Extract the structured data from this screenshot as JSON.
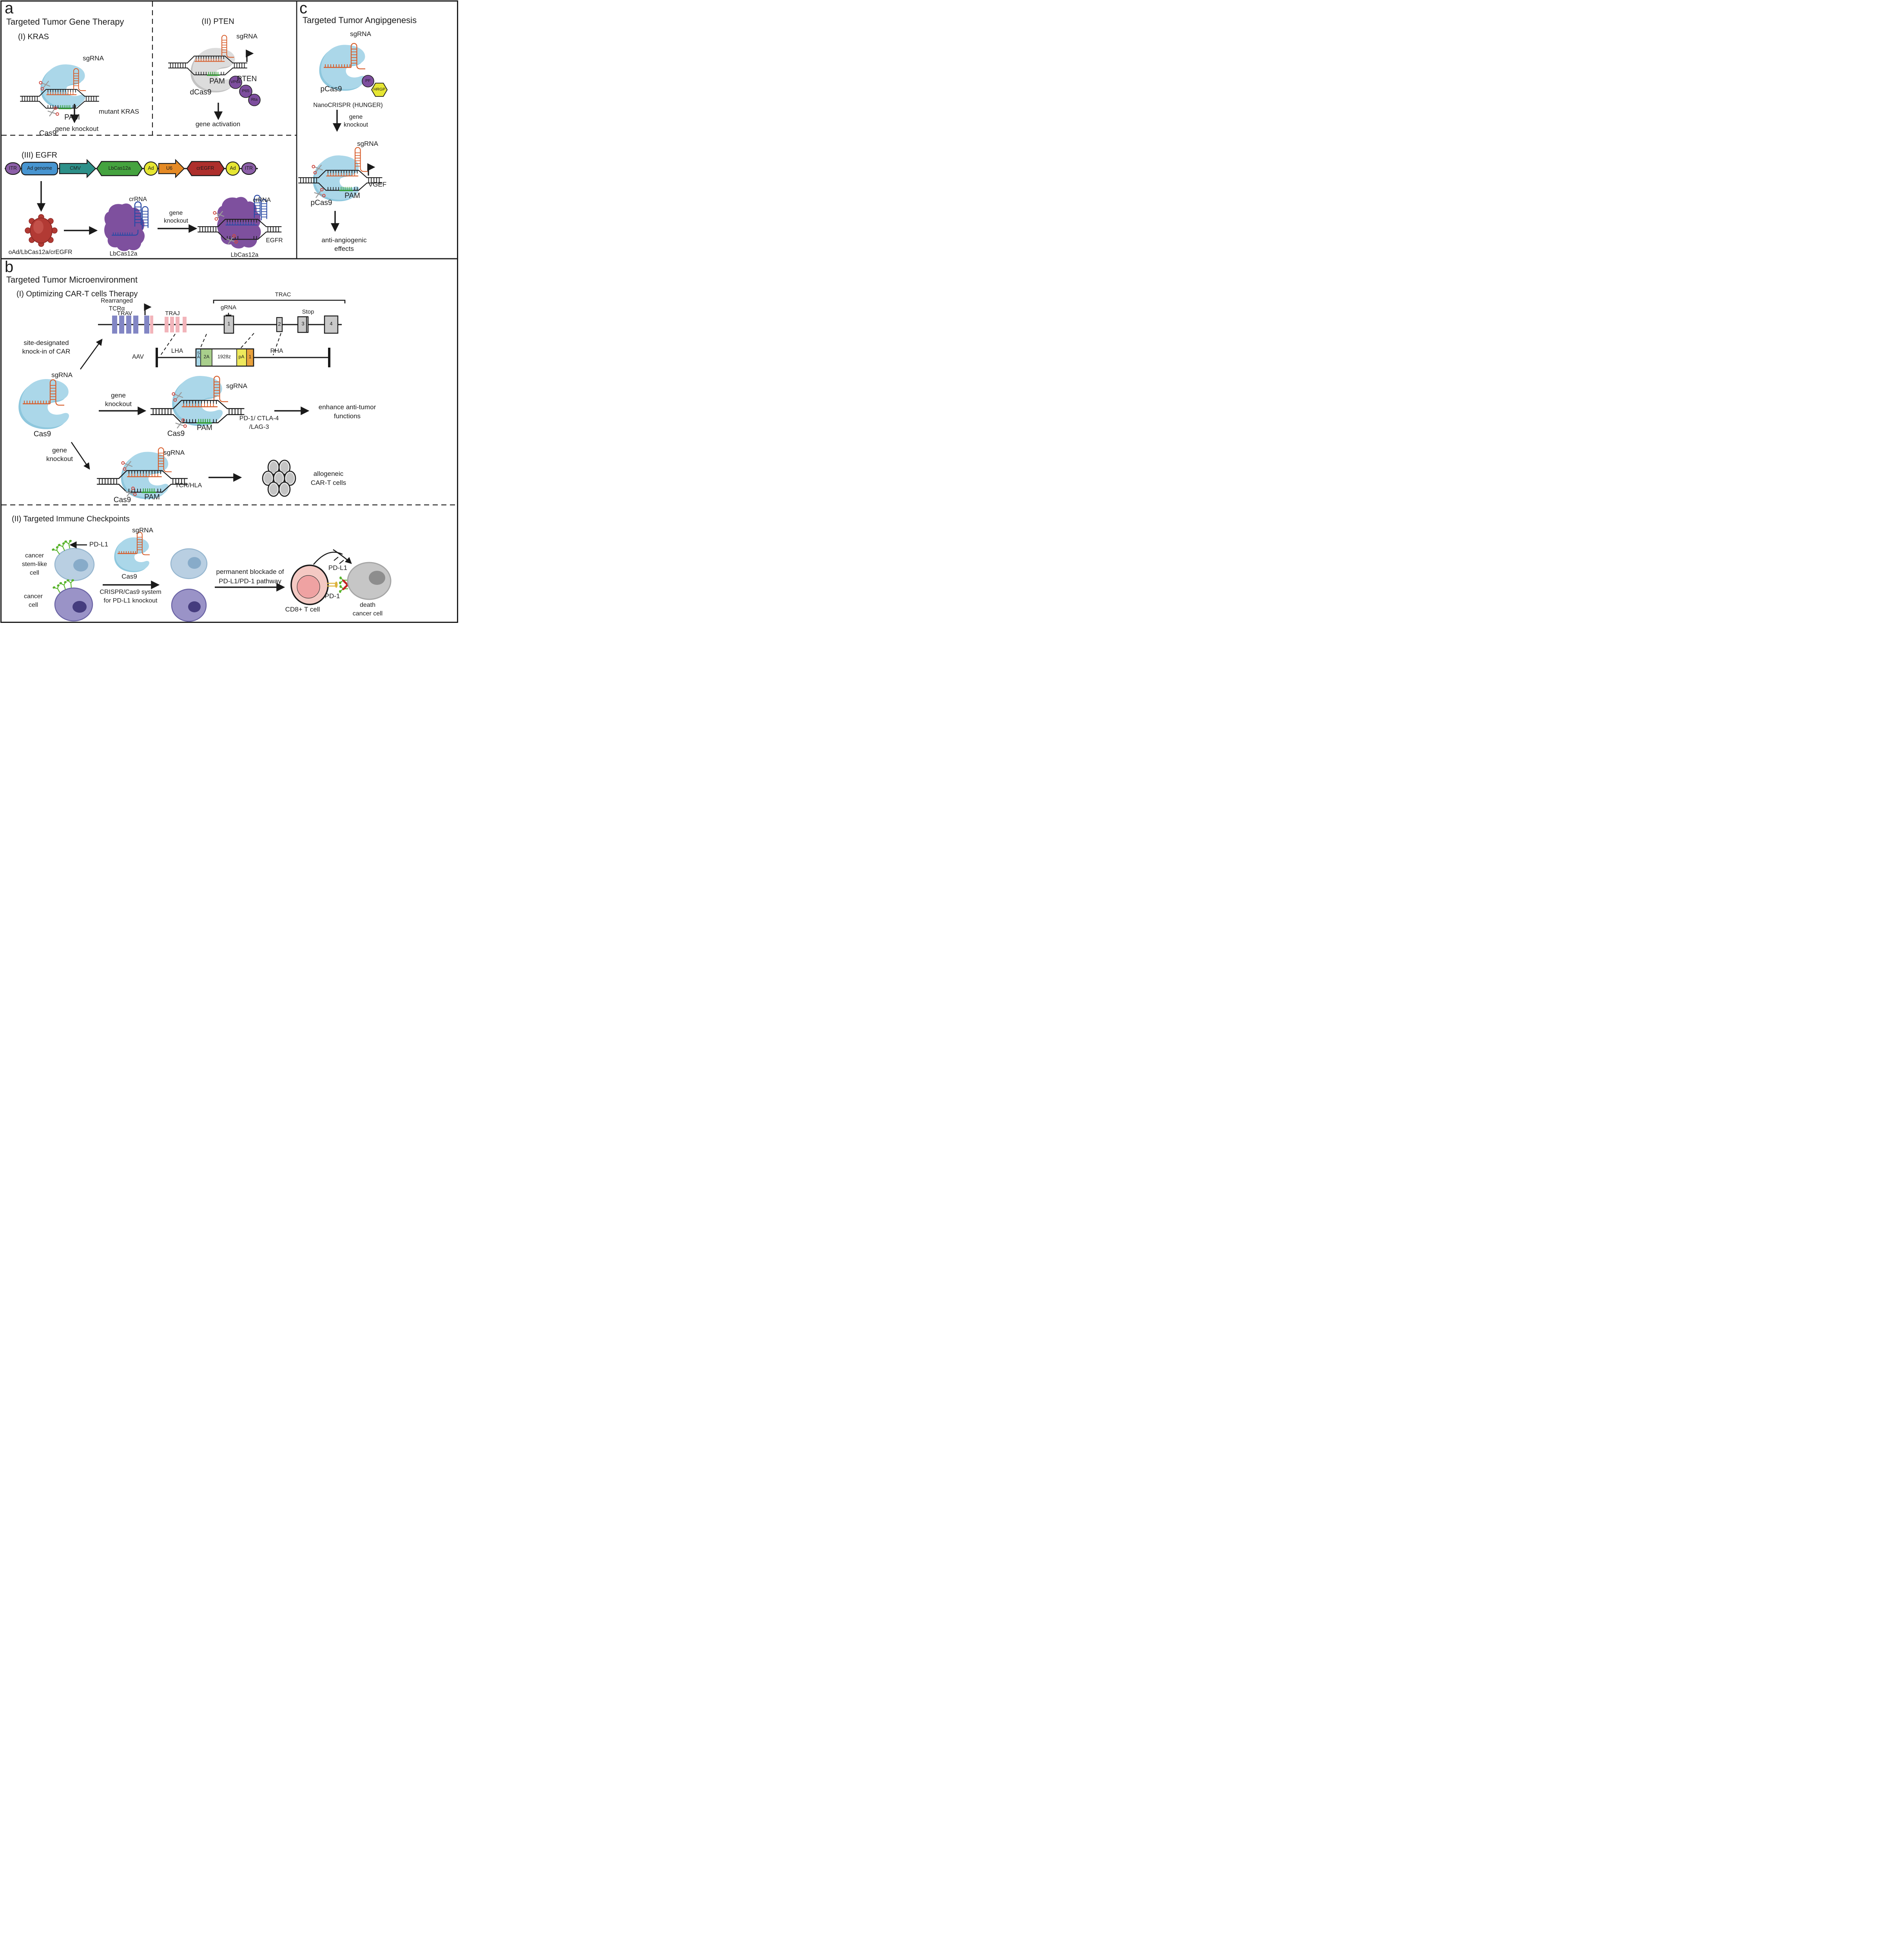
{
  "colors": {
    "cas9_body": "#ABD7E9",
    "cas9_shadow": "#8EC7DD",
    "dcas9_body": "#DCDCDC",
    "dcas9_shadow": "#C3C3C3",
    "sgrna_orange": "#D75B28",
    "pam_green": "#2E9B2E",
    "crrna_blue": "#2A4AA5",
    "activator_purple": "#7D4E9E",
    "hrgp_yellow": "#E6E633",
    "lbcas12a_purple": "#7E509E",
    "virus_red": "#B23A34",
    "itr_purple": "#8C5FA8",
    "ad_genome_blue": "#4795D1",
    "cmv_teal": "#2D9089",
    "lbcas12a_green": "#45A33F",
    "ad_yellow": "#E6E633",
    "u6_orange": "#E58A25",
    "cregfr_red": "#AE2F2C",
    "trav_purple": "#8286C4",
    "traj_pink": "#F2B4BA",
    "exon_gray": "#C9C9C9",
    "sa_blue": "#A8D8EA",
    "p2a_green": "#A9CF8C",
    "pa_yellow": "#EFE95C",
    "one_orange": "#E9A13B",
    "stem_cell_blue": "#B9CFE2",
    "cancer_cell_purple": "#9A93C7",
    "tcell_pink": "#F4C9C3",
    "death_gray": "#C6C6C6",
    "receptor_green": "#57B32A",
    "pd1_yellow": "#DDB23C",
    "block_red": "#C32222"
  },
  "panel_a": {
    "tag": "a",
    "title": "Targeted Tumor Gene Therapy",
    "kras": {
      "heading": "(I) KRAS",
      "sgrna": "sgRNA",
      "mutant": "mutant KRAS",
      "pam": "PAM",
      "cas9": "Cas9",
      "outcome": "gene knockout"
    },
    "pten": {
      "heading": "(II) PTEN",
      "sgrna": "sgRNA",
      "pam": "PAM",
      "gene": "PTEN",
      "dcas9": "dCas9",
      "vp64": "VP64",
      "p65": "P65",
      "rta": "Rta",
      "outcome": "gene activation"
    },
    "egfr": {
      "heading": "(III) EGFR",
      "construct": [
        {
          "label": "ITR"
        },
        {
          "label": "Ad genome"
        },
        {
          "label": "CMV"
        },
        {
          "label": "LbCas12a"
        },
        {
          "label": "Ad"
        },
        {
          "label": "U6"
        },
        {
          "label": "crEGFR"
        },
        {
          "label": "Ad"
        },
        {
          "label": "ITR"
        }
      ],
      "virus_label": "oAd/LbCas12a/crEGFR",
      "crrna_a": "crRNA",
      "lbcas12a_a": "LbCas12a",
      "knockout_line1": "gene",
      "knockout_line2": "knockout",
      "crrna_b": "crRNA",
      "gene_label": "EGFR",
      "lbcas12a_b": "LbCas12a"
    }
  },
  "panel_c": {
    "tag": "c",
    "title": "Targeted Tumor Angipgenesis",
    "sgrna_top": "sgRNA",
    "pf": "PF",
    "hrgp": "HRGP",
    "pcas9_top": "pCas9",
    "nano": "NanoCRISPR (HUNGER)",
    "knockout_line1": "gene",
    "knockout_line2": "knockout",
    "sgrna_bottom": "sgRNA",
    "vgef": "VGEF",
    "pam": "PAM",
    "pcas9_bottom": "pCas9",
    "outcome_line1": "anti-angiogenic",
    "outcome_line2": "effects"
  },
  "panel_b": {
    "tag": "b",
    "title": "Targeted Tumor Microenvironment",
    "cart": {
      "heading": "(I) Optimizing CAR-T cells Therapy",
      "rearranged_line1": "Rearranged",
      "rearranged_line2": "TCRα",
      "trav": "TRAV",
      "traj": "TRAJ",
      "trac": "TRAC",
      "grna": "gRNA",
      "stop": "Stop",
      "exon1": "1",
      "exon2": "2",
      "exon3": "3",
      "exon4": "4",
      "aav": "AAV",
      "lha": "LHA",
      "rha": "RHA",
      "insert_sa": "SA",
      "insert_2a": "2A",
      "insert_1928z": "1928z",
      "insert_pa": "pA",
      "insert_1": "1",
      "knockin_line1": "site-designated",
      "knockin_line2": "knock-in of CAR",
      "sgrna_left": "sgRNA",
      "cas9_left": "Cas9",
      "ko_mid_line1": "gene",
      "ko_mid_line2": "knockout",
      "sgrna_mid": "sgRNA",
      "pam_mid": "PAM",
      "cas9_mid": "Cas9",
      "targets_line1": "PD-1/ CTLA-4",
      "targets_line2": "/LAG-3",
      "outcome_mid_line1": "enhance anti-tumor",
      "outcome_mid_line2": "functions",
      "ko_low_line1": "gene",
      "ko_low_line2": "knockout",
      "sgrna_low": "sgRNA",
      "pam_low": "PAM",
      "cas9_low": "Cas9",
      "target_low": "TCR/HLA",
      "outcome_low_line1": "allogeneic",
      "outcome_low_line2": "CAR-T cells"
    },
    "checkpoints": {
      "heading": "(II) Targeted Immune Checkpoints",
      "pdl1_left": "PD-L1",
      "stem_line1": "cancer",
      "stem_line2": "stem-like",
      "stem_line3": "cell",
      "cancer_line1": "cancer",
      "cancer_line2": "cell",
      "sgrna": "sgRNA",
      "cas9": "Cas9",
      "system_line1": "CRISPR/Cas9 system",
      "system_line2": "for PD-L1 knockout",
      "blockade_line1": "permanent blockade of",
      "blockade_line2": "PD-L1/PD-1 pathway",
      "cd8": "CD8+ T cell",
      "pd1": "PD-1",
      "pdl1_right": "PD-L1",
      "death_line1": "death",
      "death_line2": "cancer cell"
    }
  }
}
